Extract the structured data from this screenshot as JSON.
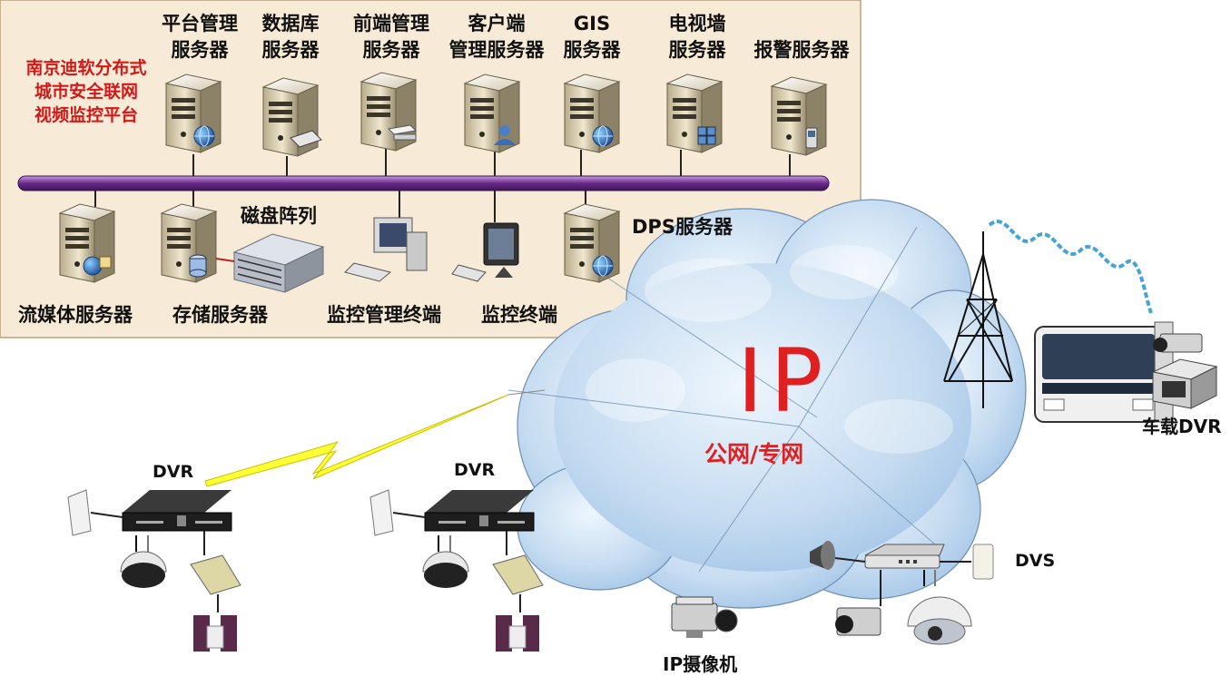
{
  "platform_title": [
    "南京迪软分布式",
    "城市安全联网",
    "视频监控平台"
  ],
  "servers_top": [
    {
      "lines": [
        "平台管理",
        "服务器"
      ],
      "icon": "globe-icon"
    },
    {
      "lines": [
        "数据库",
        "服务器"
      ],
      "icon": "keyboard-icon"
    },
    {
      "lines": [
        "前端管理",
        "服务器"
      ],
      "icon": "switch-icon"
    },
    {
      "lines": [
        "客户端",
        "管理服务器"
      ],
      "icon": "user-icon"
    },
    {
      "lines": [
        "GIS",
        "服务器"
      ],
      "icon": "globe-icon"
    },
    {
      "lines": [
        "电视墙",
        "服务器"
      ],
      "icon": "grid-icon"
    },
    {
      "lines": [
        "报警服务器"
      ],
      "icon": "phone-icon"
    }
  ],
  "devices_bottom": {
    "stream": "流媒体服务器",
    "storage": "存储服务器",
    "disk_array": "磁盘阵列",
    "monitor_mgmt": "监控管理终端",
    "monitor_terminal": "监控终端",
    "dps": "DPS服务器"
  },
  "cloud": {
    "big": "IP",
    "sub": "公网/专网"
  },
  "field": {
    "dvr1": "DVR",
    "dvr2": "DVR",
    "ip_camera": "IP摄像机",
    "dvs": "DVS",
    "vehicle_dvr": "车载DVR"
  },
  "colors": {
    "panel": "#f7ead6",
    "bus": "#7a3b9a",
    "title": "#d21818",
    "cloud": "#b8d4ee",
    "cloud_text": "#e02020"
  }
}
